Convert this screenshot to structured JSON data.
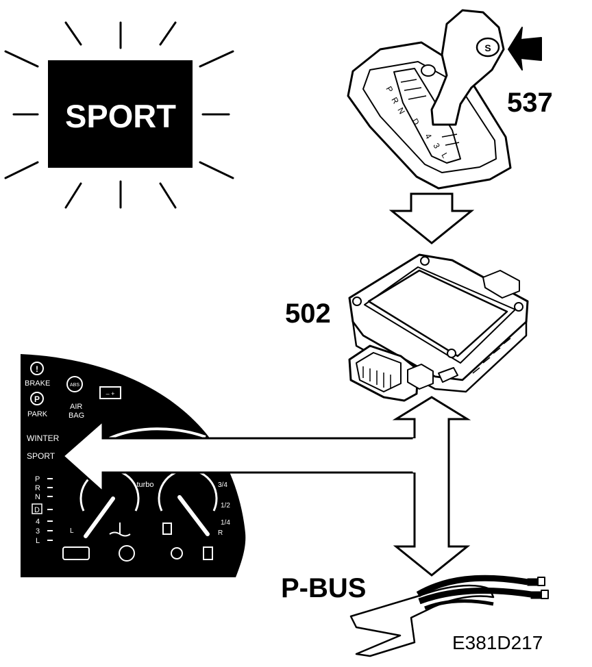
{
  "sport_sign": {
    "text": "SPORT"
  },
  "callouts": {
    "selector_number": "537",
    "control_module_number": "502",
    "bus_name": "P-BUS"
  },
  "figure_code": "E381D217",
  "gear_selector": {
    "gate_positions": [
      "P",
      "R",
      "N",
      "D",
      "4",
      "3",
      "L"
    ],
    "sport_button_symbol": "S"
  },
  "instrument_cluster": {
    "warnings": [
      "BRAKE",
      "PARK",
      "AIR",
      "BAG"
    ],
    "abs_badge": "ABS",
    "park_badge": "P",
    "brake_badge": "!",
    "battery_symbol": "– +",
    "mode_labels": [
      "WINTER",
      "SPORT"
    ],
    "gear_indicator": [
      "P",
      "R",
      "N",
      "D",
      "4",
      "3",
      "L"
    ],
    "turbo_label": "turbo",
    "fuel_scale": [
      "3/4",
      "1/2",
      "1/4",
      "R"
    ],
    "gauge_low_label": "L"
  },
  "colors": {
    "ink": "#000000",
    "paper": "#ffffff"
  }
}
